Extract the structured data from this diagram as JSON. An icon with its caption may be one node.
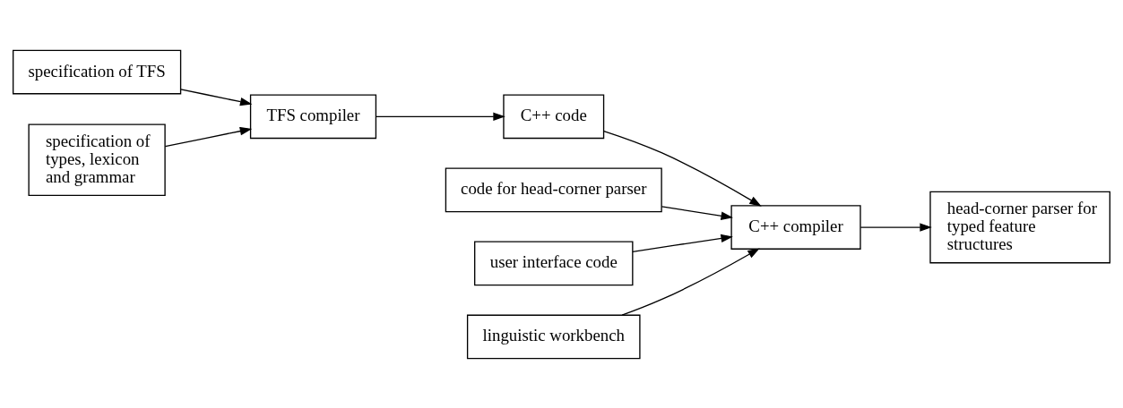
{
  "diagram": {
    "nodes": [
      {
        "text": [
          "specification of TFS"
        ]
      },
      {
        "text": [
          "specification of types, lexicon and grammar"
        ]
      },
      {
        "text": [
          "TFS compiler"
        ]
      },
      {
        "text": [
          "C++ code"
        ]
      },
      {
        "text": [
          "code for head-corner parser"
        ]
      },
      {
        "text": [
          "user interface code"
        ]
      },
      {
        "text": [
          "linguistic workbench"
        ]
      },
      {
        "text": [
          "C++ compiler"
        ]
      },
      {
        "text": [
          "head-corner parser for typed feature structures"
        ]
      }
    ],
    "edges": [
      {
        "from": 0,
        "to": 2,
        "arrow": "to"
      },
      {
        "from": 1,
        "to": 2,
        "arrow": "to"
      },
      {
        "from": 2,
        "to": 3,
        "arrow": "to"
      },
      {
        "from": 3,
        "to": 7,
        "arrow": "to"
      },
      {
        "from": 4,
        "to": 7,
        "arrow": "to"
      },
      {
        "from": 5,
        "to": 7,
        "arrow": "to"
      },
      {
        "from": 6,
        "to": 7,
        "arrow": "to"
      },
      {
        "from": 7,
        "to": 8,
        "arrow": "to"
      }
    ]
  }
}
